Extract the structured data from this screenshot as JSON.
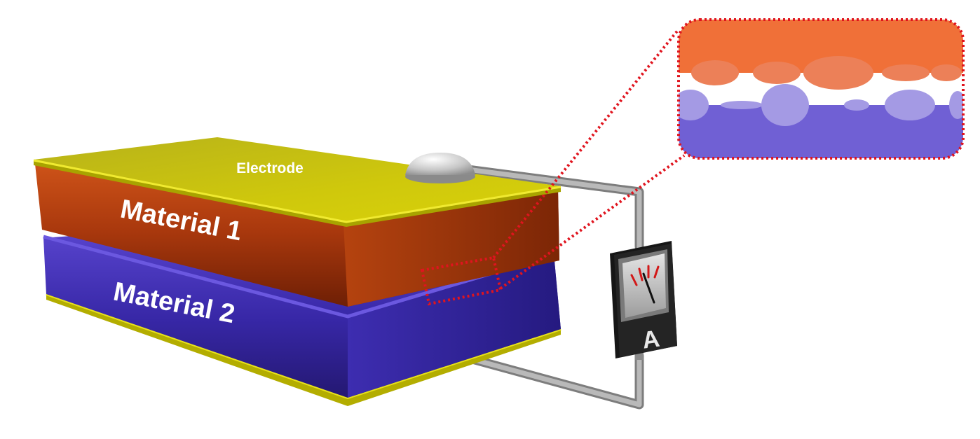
{
  "labels": {
    "electrode": "Electrode",
    "material_1": "Material 1",
    "material_2": "Material 2",
    "ammeter": "A"
  },
  "colors": {
    "electrode_yellow": "#c8c40a",
    "material_1_orange": "#b8400f",
    "material_2_blue": "#3a2aa8",
    "zoom_orange": "#f07038",
    "zoom_blue": "#7060d4",
    "callout_red": "#e0141e",
    "wire_gray": "#9a9a9a"
  },
  "icons": {
    "meter": "ammeter-icon",
    "contact": "dome-contact-icon"
  }
}
